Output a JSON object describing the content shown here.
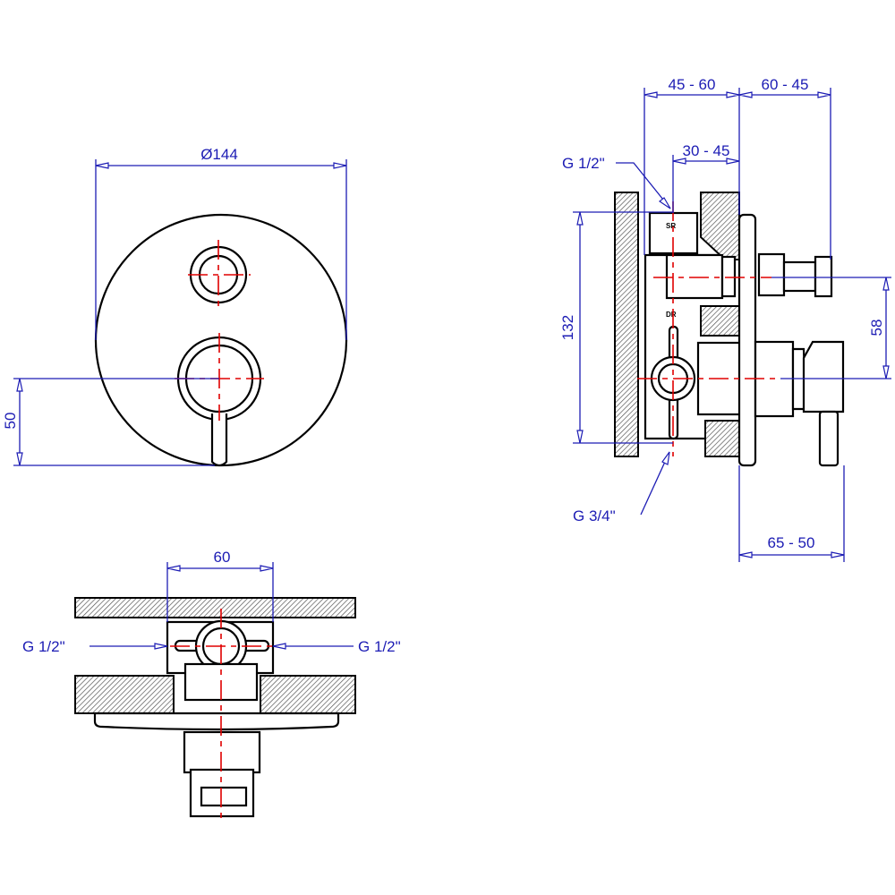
{
  "colors": {
    "dimension": "#1c1cb4",
    "centerline": "#e00000",
    "outline": "#000000"
  },
  "front_view": {
    "diameter": "Ø144",
    "height_offset": "50"
  },
  "bottom_view": {
    "spacing": "60",
    "inlet_left": "G 1/2\"",
    "inlet_right": "G 1/2\""
  },
  "side_view": {
    "depth_top_left": "45 - 60",
    "depth_top_right": "60 - 45",
    "depth_inner": "30 - 45",
    "inlet_top": "G 1/2\"",
    "outlet_bottom": "G 3/4\"",
    "height": "132",
    "axis_spacing": "58",
    "depth_bottom": "65 - 50",
    "tag_upper": "SR",
    "tag_lower": "DR"
  }
}
